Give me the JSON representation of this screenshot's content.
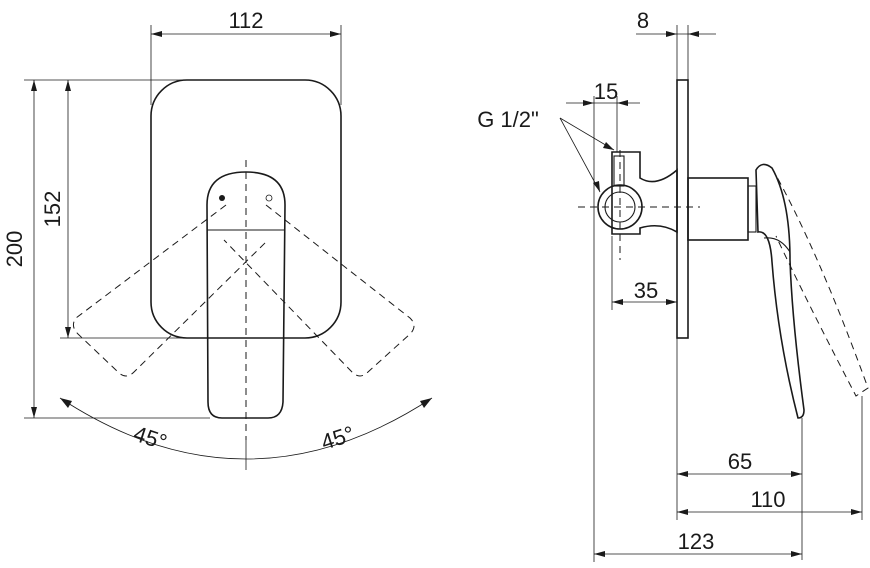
{
  "front_view": {
    "width_label": "112",
    "height_outer_label": "200",
    "height_inner_label": "152",
    "angle_left_label": "45°",
    "angle_right_label": "45°"
  },
  "side_view": {
    "plate_label": "8",
    "port_offset_label": "15",
    "thread_label": "G 1/2\"",
    "body_depth_label": "35",
    "handle_front_label": "65",
    "handle_rotated_label": "110",
    "total_depth_label": "123"
  }
}
